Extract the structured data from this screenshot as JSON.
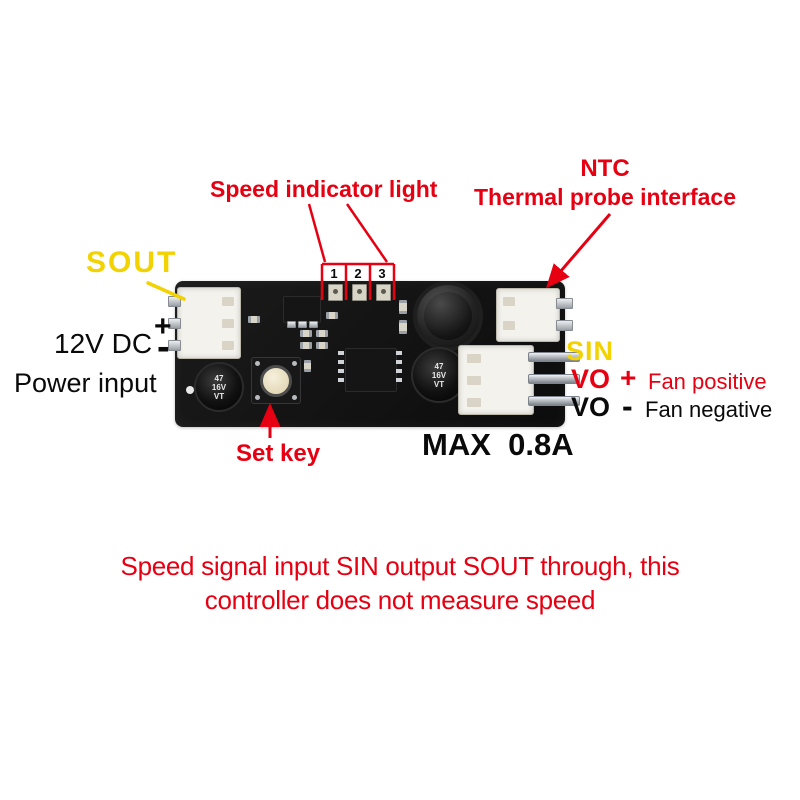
{
  "colors": {
    "annotation_red": "#e60012",
    "annotation_yellow": "#f2d200",
    "text_black": "#0a0a0a"
  },
  "labels": {
    "sout": "SOUT",
    "dc_power": "12V DC",
    "plus": "+",
    "minus": "-",
    "power_input": "Power input",
    "speed_indicator": "Speed indicator light",
    "led_numbers": [
      "1",
      "2",
      "3"
    ],
    "ntc": "NTC",
    "thermal_probe": "Thermal probe interface",
    "sin": "SIN",
    "vo_plus": "VO",
    "vo_plus_sign": "+",
    "fan_positive": "Fan positive",
    "vo_minus": "VO",
    "vo_minus_sign": "-",
    "fan_negative": "Fan negative",
    "set_key": "Set key",
    "max_current": "MAX  0.8A",
    "caption_line1": "Speed signal input SIN output SOUT through, this",
    "caption_line2": "controller does not measure speed"
  },
  "board": {
    "capacitor_marking": [
      "47",
      "16V",
      "VT"
    ]
  }
}
